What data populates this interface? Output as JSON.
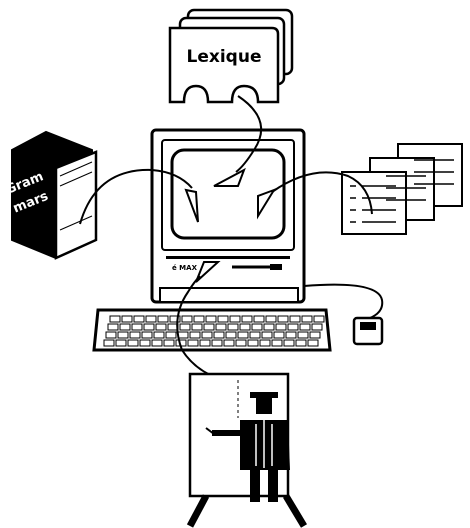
{
  "lexicon": {
    "label": "Lexique"
  },
  "book": {
    "line1": "Gram",
    "line2": "mars"
  },
  "computer": {
    "badge": "é MAX"
  },
  "colors": {
    "ink": "#000000",
    "paper": "#ffffff"
  }
}
